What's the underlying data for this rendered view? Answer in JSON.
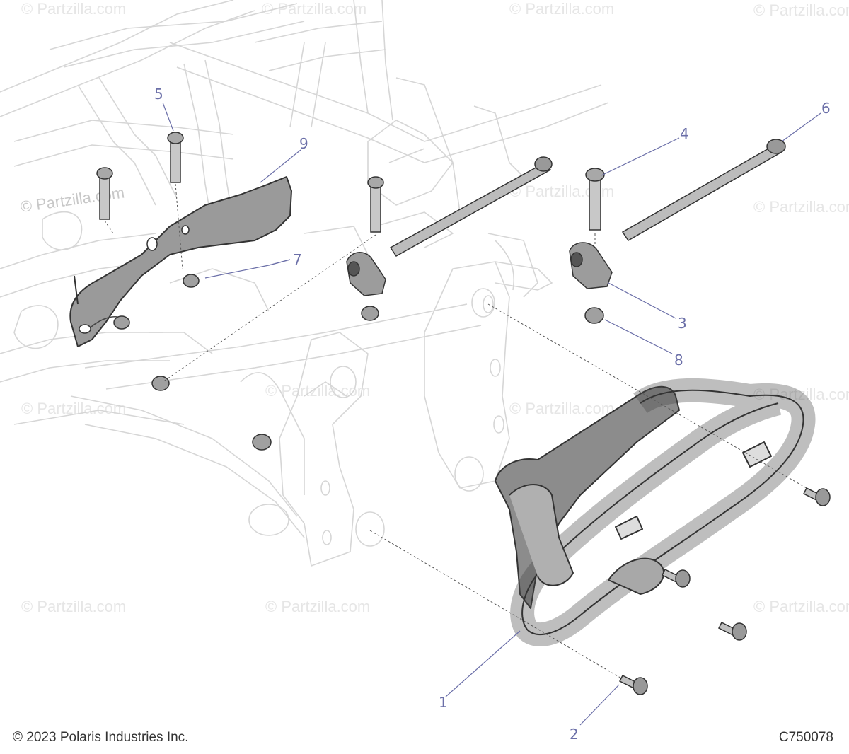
{
  "copyright": "© 2023 Polaris Industries Inc.",
  "drawing_number": "C750078",
  "watermark": "© Partzilla.com",
  "callouts": [
    {
      "number": "1"
    },
    {
      "number": "2"
    },
    {
      "number": "3"
    },
    {
      "number": "4"
    },
    {
      "number": "5"
    },
    {
      "number": "6"
    },
    {
      "number": "7"
    },
    {
      "number": "8"
    },
    {
      "number": "9"
    }
  ],
  "colors": {
    "callout": "#6b6fa8",
    "frame_line": "#d9d9d9",
    "part_fill": "#bdbdbd",
    "part_dark": "#555555",
    "watermark": "#e6e6e6"
  }
}
